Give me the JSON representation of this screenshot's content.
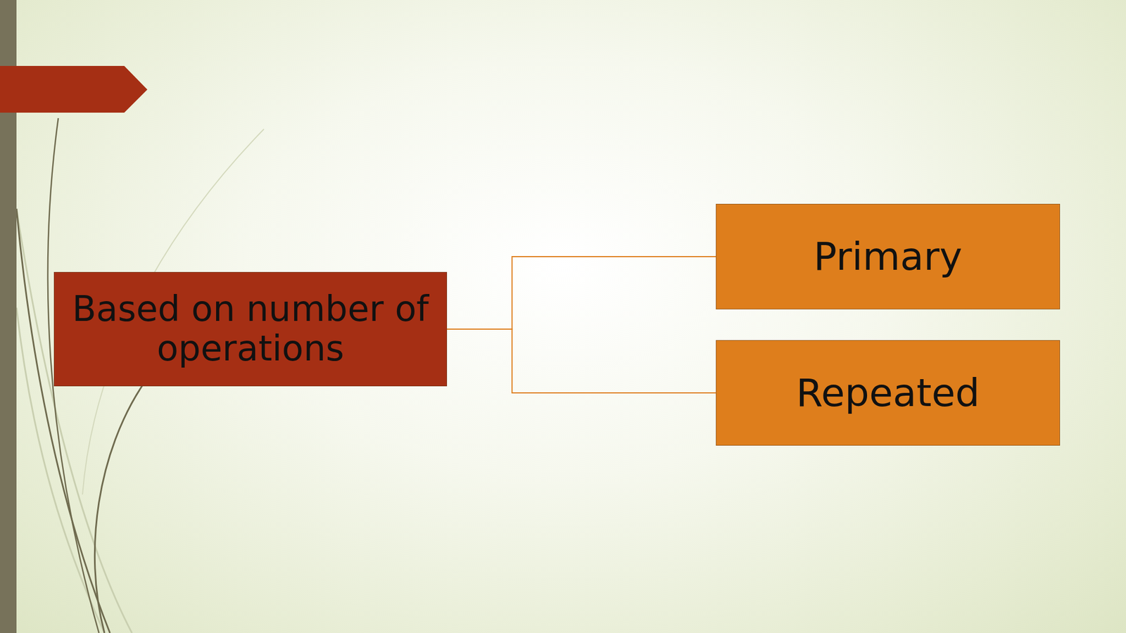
{
  "diagram": {
    "nodes": [
      {
        "text": [
          "Based on number of operations"
        ]
      },
      {
        "text": [
          "Primary"
        ]
      },
      {
        "text": [
          "Repeated"
        ]
      }
    ],
    "edges": [
      {
        "from": 0,
        "to": 1,
        "arrow": "none"
      },
      {
        "from": 0,
        "to": 2,
        "arrow": "none"
      }
    ]
  }
}
